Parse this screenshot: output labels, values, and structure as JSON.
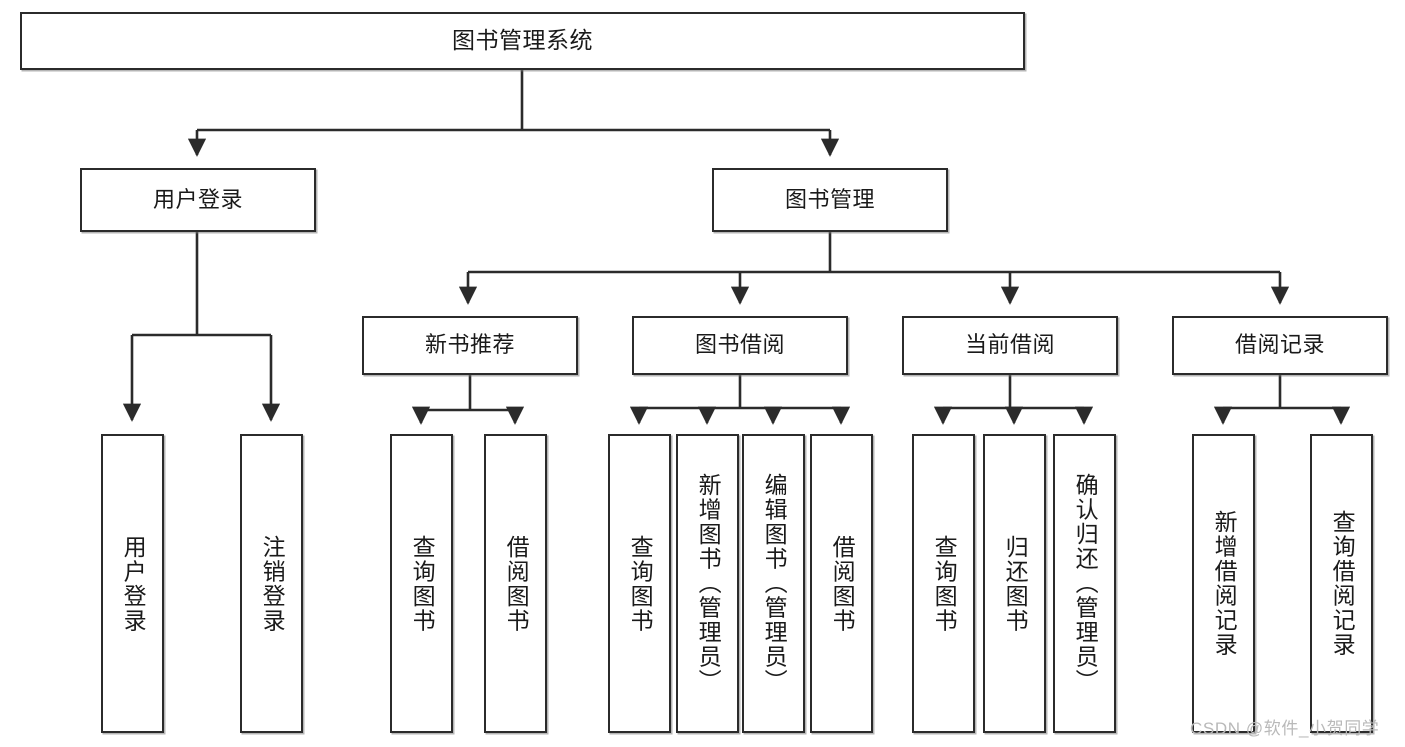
{
  "diagram": {
    "title": "图书管理系统",
    "type": "tree-hierarchy",
    "root": {
      "label": "图书管理系统"
    },
    "level2": [
      {
        "label": "用户登录"
      },
      {
        "label": "图书管理"
      }
    ],
    "level3": [
      {
        "label": "新书推荐"
      },
      {
        "label": "图书借阅"
      },
      {
        "label": "当前借阅"
      },
      {
        "label": "借阅记录"
      }
    ],
    "leaves": {
      "user_login": [
        {
          "label": "用户登录"
        },
        {
          "label": "注销登录"
        }
      ],
      "new_book_recommend": [
        {
          "label": "查询图书"
        },
        {
          "label": "借阅图书"
        }
      ],
      "book_borrow": [
        {
          "label": "查询图书"
        },
        {
          "label": "新增图书（管理员）"
        },
        {
          "label": "编辑图书（管理员）"
        },
        {
          "label": "借阅图书"
        }
      ],
      "current_borrow": [
        {
          "label": "查询图书"
        },
        {
          "label": "归还图书"
        },
        {
          "label": "确认归还（管理员）"
        }
      ],
      "borrow_record": [
        {
          "label": "新增借阅记录"
        },
        {
          "label": "查询借阅记录"
        }
      ]
    }
  },
  "watermark": {
    "text": "CSDN @软件_小贺同学"
  },
  "colors": {
    "line": "#2b2b2b",
    "box_border": "#2b2b2b",
    "box_fill": "#ffffff",
    "text": "#1a1a1a",
    "watermark": "#b9b9b9",
    "background": "#ffffff"
  }
}
